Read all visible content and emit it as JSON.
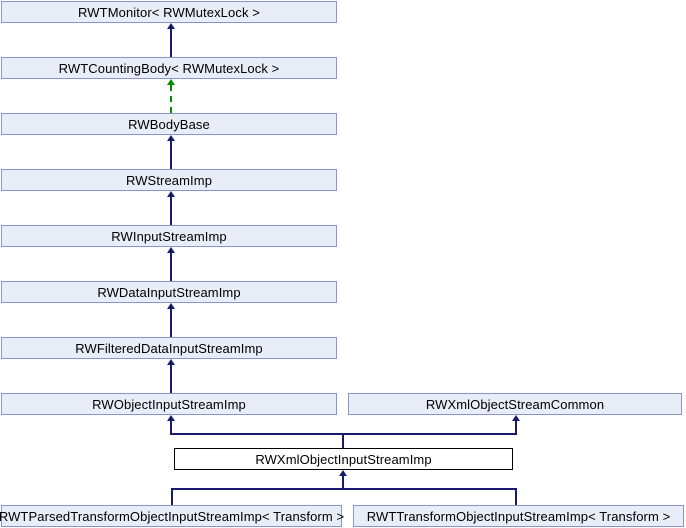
{
  "diagram": {
    "type": "class-inheritance-graph",
    "current_class": "RWXmlObjectInputStreamImp",
    "colors": {
      "background": "#ffffff",
      "node_fill": "#e8edf7",
      "node_border": "#8897c5",
      "current_fill": "#ffffff",
      "current_border": "#000000",
      "inherit_arrow": "#191970",
      "protected_arrow": "#008f00"
    },
    "nodes": [
      {
        "id": "rwtmonitor",
        "label": "RWTMonitor< RWMutexLock >"
      },
      {
        "id": "rwtcountingbody",
        "label": "RWTCountingBody< RWMutexLock >"
      },
      {
        "id": "rwbodybase",
        "label": "RWBodyBase"
      },
      {
        "id": "rwstreamimp",
        "label": "RWStreamImp"
      },
      {
        "id": "rwinputstreamimp",
        "label": "RWInputStreamImp"
      },
      {
        "id": "rwdatainputstreamimp",
        "label": "RWDataInputStreamImp"
      },
      {
        "id": "rwfiltereddatainputstreamimp",
        "label": "RWFilteredDataInputStreamImp"
      },
      {
        "id": "rwobjectinputstreamimp",
        "label": "RWObjectInputStreamImp"
      },
      {
        "id": "rwxmlobjectstreamcommon",
        "label": "RWXmlObjectStreamCommon"
      },
      {
        "id": "rwxmlobjectinputstreamimp",
        "label": "RWXmlObjectInputStreamImp"
      },
      {
        "id": "rwtparsedtransformobjectinputstreamimp",
        "label": "RWTParsedTransformObjectInputStreamImp< Transform >"
      },
      {
        "id": "rwttransformobjectinputstreamimp",
        "label": "RWTTransformObjectInputStreamImp< Transform >"
      }
    ],
    "edges": [
      {
        "from": "RWTCountingBody< RWMutexLock >",
        "to": "RWTMonitor< RWMutexLock >",
        "line": "solid",
        "color": "navy"
      },
      {
        "from": "RWBodyBase",
        "to": "RWTCountingBody< RWMutexLock >",
        "line": "dashed",
        "color": "green"
      },
      {
        "from": "RWStreamImp",
        "to": "RWBodyBase",
        "line": "solid",
        "color": "navy"
      },
      {
        "from": "RWInputStreamImp",
        "to": "RWStreamImp",
        "line": "solid",
        "color": "navy"
      },
      {
        "from": "RWDataInputStreamImp",
        "to": "RWInputStreamImp",
        "line": "solid",
        "color": "navy"
      },
      {
        "from": "RWFilteredDataInputStreamImp",
        "to": "RWDataInputStreamImp",
        "line": "solid",
        "color": "navy"
      },
      {
        "from": "RWObjectInputStreamImp",
        "to": "RWFilteredDataInputStreamImp",
        "line": "solid",
        "color": "navy"
      },
      {
        "from": "RWXmlObjectInputStreamImp",
        "to": "RWObjectInputStreamImp",
        "line": "solid",
        "color": "navy"
      },
      {
        "from": "RWXmlObjectInputStreamImp",
        "to": "RWXmlObjectStreamCommon",
        "line": "solid",
        "color": "navy"
      },
      {
        "from": "RWTParsedTransformObjectInputStreamImp< Transform >",
        "to": "RWXmlObjectInputStreamImp",
        "line": "solid",
        "color": "navy"
      },
      {
        "from": "RWTTransformObjectInputStreamImp< Transform >",
        "to": "RWXmlObjectInputStreamImp",
        "line": "solid",
        "color": "navy"
      }
    ]
  }
}
